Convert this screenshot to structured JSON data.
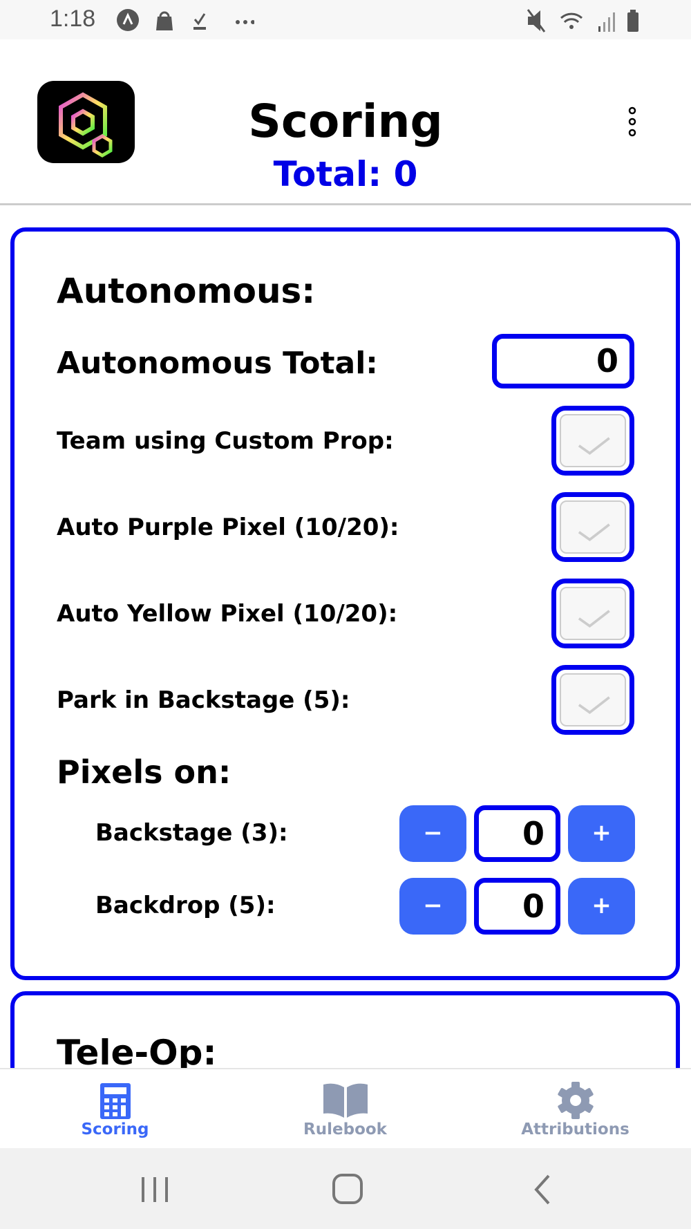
{
  "status_bar": {
    "time": "1:18",
    "icons": [
      "assistant-icon",
      "shopping-bag-icon",
      "download-done-icon",
      "more-icon",
      "mute-icon",
      "wifi-icon",
      "signal-icon",
      "battery-icon"
    ]
  },
  "header": {
    "title": "Scoring",
    "total": "Total: 0"
  },
  "autonomous": {
    "heading": "Autonomous:",
    "total_label": "Autonomous Total:",
    "total_value": "0",
    "checkboxes": [
      {
        "label": "Team using Custom Prop:",
        "checked": false
      },
      {
        "label": "Auto Purple Pixel (10/20):",
        "checked": false
      },
      {
        "label": "Auto Yellow Pixel (10/20):",
        "checked": false
      },
      {
        "label": "Park in Backstage (5):",
        "checked": false
      }
    ],
    "pixels_heading": "Pixels on:",
    "counters": [
      {
        "label": "Backstage (3):",
        "value": "0",
        "minus": "−",
        "plus": "+"
      },
      {
        "label": "Backdrop (5):",
        "value": "0",
        "minus": "−",
        "plus": "+"
      }
    ]
  },
  "teleop": {
    "heading": "Tele-Op:"
  },
  "tabs": [
    {
      "label": "Scoring",
      "active": true
    },
    {
      "label": "Rulebook",
      "active": false
    },
    {
      "label": "Attributions",
      "active": false
    }
  ],
  "colors": {
    "accent": "#0000f0",
    "button": "#3a68f8",
    "tab_active": "#3a68f8",
    "tab_inactive": "#8e9ab3"
  }
}
